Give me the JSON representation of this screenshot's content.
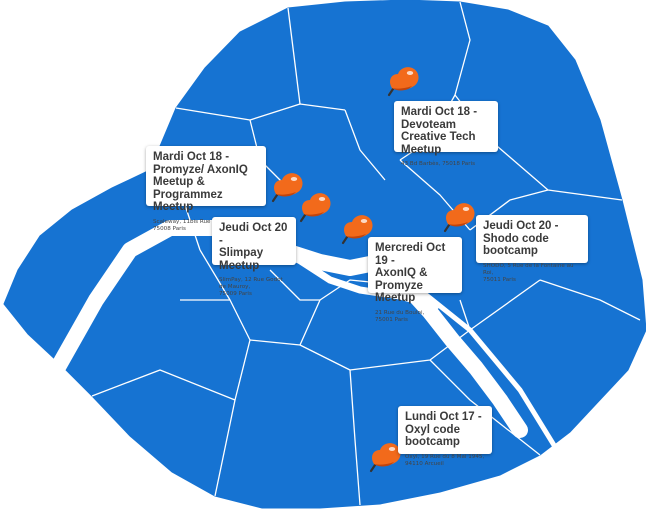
{
  "colors": {
    "water": "#1673d2",
    "district_fill": "#1673d2",
    "district_border": "#ffffff",
    "pin": "#f26a1b",
    "pin_dark": "#c2440c",
    "card_bg": "#ffffff"
  },
  "icons": {
    "marker": "map-pin-icon"
  },
  "events": [
    {
      "id": "devoteam",
      "title": "Mardi Oct 18 -\nDevoteam Creative Tech\nMeetup",
      "address": "43 Bd Barbès, 75018 Paris"
    },
    {
      "id": "promyze-axoniq",
      "title": "Mardi Oct 18 -\nPromyze/ AxonIQ Meetup &\nProgrammez Meetup",
      "address": "Scaleway, 11bis Rue Roquépine,\n75008 Paris"
    },
    {
      "id": "slimpay",
      "title": "Jeudi Oct 20 -\nSlimpay Meetup",
      "address": "SlimPay, 12 Rue Godot de Mauroy,\n75009 Paris"
    },
    {
      "id": "axoniq-promyze",
      "title": "Mercredi Oct 19 -\nAxonIQ & Promyze\nMeetup",
      "address": "21 Rue du Bouloi,\n75001 Paris"
    },
    {
      "id": "shodo",
      "title": "Jeudi Oct 20 -\nShodo code bootcamp",
      "address": "SHODO, 5 Rue de la Fontaine au Roi,\n75011 Paris"
    },
    {
      "id": "oxyl",
      "title": "Lundi Oct 17 -\nOxyl code bootcamp",
      "address": "Oxyl, 19 Rue du 8 Mai 1945,\n94110 Arcueil"
    }
  ]
}
